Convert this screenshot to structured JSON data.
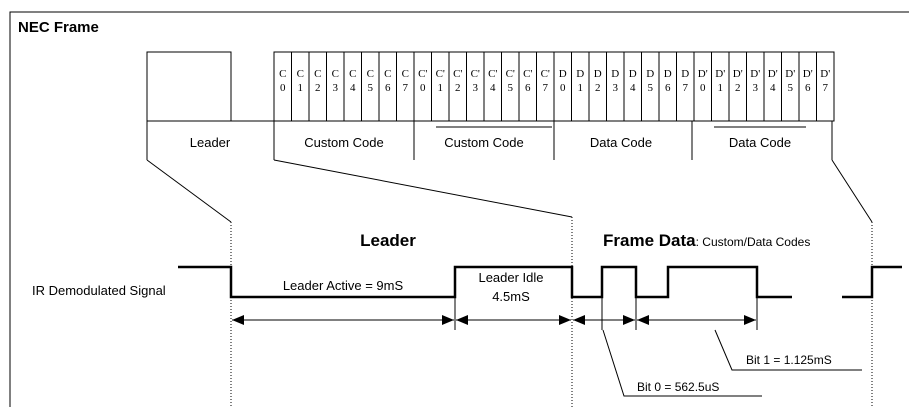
{
  "title": "NEC Frame",
  "segments": {
    "leader": "Leader",
    "custom_code": "Custom Code",
    "custom_code_inv": "Custom Code",
    "data_code": "Data Code",
    "data_code_inv": "Data Code"
  },
  "cells": {
    "custom": [
      [
        "C",
        "0"
      ],
      [
        "C",
        "1"
      ],
      [
        "C",
        "2"
      ],
      [
        "C",
        "3"
      ],
      [
        "C",
        "4"
      ],
      [
        "C",
        "5"
      ],
      [
        "C",
        "6"
      ],
      [
        "C",
        "7"
      ]
    ],
    "custom_inv": [
      [
        "C'",
        "0"
      ],
      [
        "C'",
        "1"
      ],
      [
        "C'",
        "2"
      ],
      [
        "C'",
        "3"
      ],
      [
        "C'",
        "4"
      ],
      [
        "C'",
        "5"
      ],
      [
        "C'",
        "6"
      ],
      [
        "C'",
        "7"
      ]
    ],
    "data": [
      [
        "D",
        "0"
      ],
      [
        "D",
        "1"
      ],
      [
        "D",
        "2"
      ],
      [
        "D",
        "3"
      ],
      [
        "D",
        "4"
      ],
      [
        "D",
        "5"
      ],
      [
        "D",
        "6"
      ],
      [
        "D",
        "7"
      ]
    ],
    "data_inv": [
      [
        "D'",
        "0"
      ],
      [
        "D'",
        "1"
      ],
      [
        "D'",
        "2"
      ],
      [
        "D'",
        "3"
      ],
      [
        "D'",
        "4"
      ],
      [
        "D'",
        "5"
      ],
      [
        "D'",
        "6"
      ],
      [
        "D'",
        "7"
      ]
    ]
  },
  "timing": {
    "signal_label": "IR Demodulated Signal",
    "leader_heading": "Leader",
    "frame_data_heading": "Frame Data",
    "frame_data_sub": ": Custom/Data Codes",
    "leader_active": "Leader Active = 9mS",
    "leader_idle_1": "Leader Idle",
    "leader_idle_2": "4.5mS",
    "bit1": "Bit 1 = 1.125mS",
    "bit0": "Bit 0 = 562.5uS"
  }
}
